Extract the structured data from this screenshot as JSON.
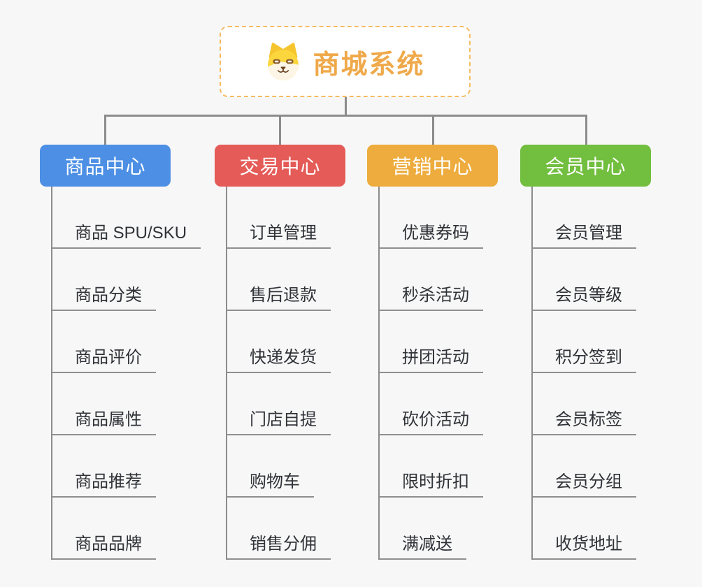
{
  "background_color": "#F7F7F7",
  "connector_color": "#8C8C8C",
  "item_text_color": "#2F3237",
  "item_underline_color": "#8F8F8F",
  "root": {
    "title": "商城系统",
    "icon": "dog-face-icon",
    "border_color": "#F5BC62",
    "title_color": "#EFA94A"
  },
  "branches": [
    {
      "label": "商品中心",
      "color": "#4C8FE4",
      "items": [
        "商品 SPU/SKU",
        "商品分类",
        "商品评价",
        "商品属性",
        "商品推荐",
        "商品品牌"
      ]
    },
    {
      "label": "交易中心",
      "color": "#E45B57",
      "items": [
        "订单管理",
        "售后退款",
        "快递发货",
        "门店自提",
        "购物车",
        "销售分佣"
      ]
    },
    {
      "label": "营销中心",
      "color": "#EDAC3D",
      "items": [
        "优惠券码",
        "秒杀活动",
        "拼团活动",
        "砍价活动",
        "限时折扣",
        "满减送"
      ]
    },
    {
      "label": "会员中心",
      "color": "#72BE3F",
      "items": [
        "会员管理",
        "会员等级",
        "积分签到",
        "会员标签",
        "会员分组",
        "收货地址"
      ]
    }
  ]
}
